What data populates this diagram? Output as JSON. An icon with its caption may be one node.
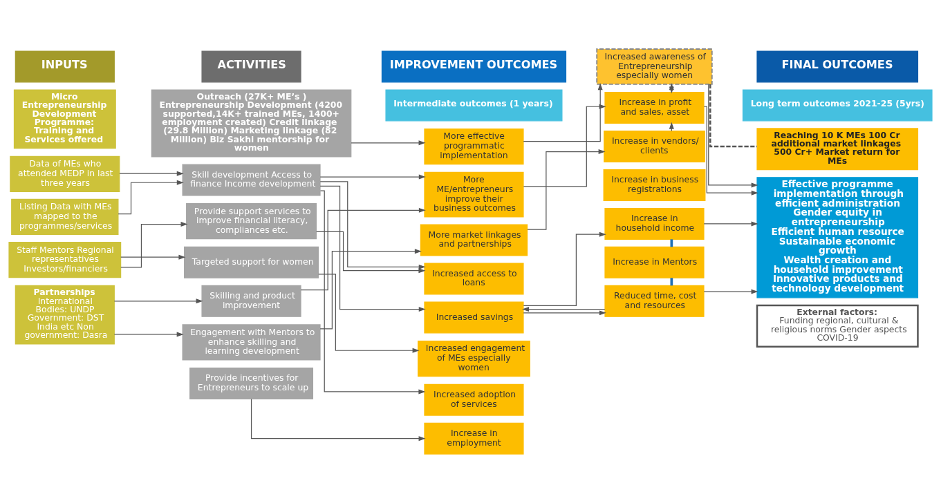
{
  "diagram": {
    "nodes": [
      {
        "text": [
          "INPUTS"
        ]
      },
      {
        "text": [
          "ACTIVITIES"
        ]
      },
      {
        "text": [
          "IMPROVEMENT OUTCOMES"
        ]
      },
      {
        "text": [
          "FINAL OUTCOMES"
        ]
      },
      {
        "text": [
          "Intermediate outcomes (1 years)"
        ]
      },
      {
        "text": [
          "Long term outcomes 2021-25 (5yrs)"
        ]
      },
      {
        "text": [
          "Micro Entrepreneurship Development Programme: Training and Services offered"
        ]
      },
      {
        "text": [
          "Data of MEs who attended MEDP in last three years"
        ]
      },
      {
        "text": [
          "Listing Data with MEs mapped to the programmes/services"
        ]
      },
      {
        "text": [
          "Staff Mentors Regional representatives Investors/financiers"
        ]
      },
      {
        "text": [
          "Partnerships",
          "International Bodies: UNDP Government: DST India etc Non government: Dasra"
        ]
      },
      {
        "text": [
          "Outreach (27K+ ME’s ) Entrepreneurship Development (4200 supported,14K+ trained MEs, 1400+ employment created) Credit linkage (29.8 Million) Marketing linkage (82 Million) Biz Sakhi mentorship for women"
        ]
      },
      {
        "text": [
          "Skill development Access to finance Income development"
        ]
      },
      {
        "text": [
          "Provide support services to improve financial literacy, compliances etc."
        ]
      },
      {
        "text": [
          "Targeted support for women"
        ]
      },
      {
        "text": [
          "Skilling and product improvement"
        ]
      },
      {
        "text": [
          "Engagement with Mentors to enhance skilling and learning development"
        ]
      },
      {
        "text": [
          "Provide incentives for Entrepreneurs to scale up"
        ]
      },
      {
        "text": [
          "More effective programmatic implementation"
        ]
      },
      {
        "text": [
          "More ME/entrepreneurs improve their business outcomes"
        ]
      },
      {
        "text": [
          "More market linkages and partnerships"
        ]
      },
      {
        "text": [
          "Increased access to loans"
        ]
      },
      {
        "text": [
          "Increased savings"
        ]
      },
      {
        "text": [
          "Increased engagement of MEs especially women"
        ]
      },
      {
        "text": [
          "Increased adoption of services"
        ]
      },
      {
        "text": [
          "Increase in employment"
        ]
      },
      {
        "text": [
          "Increased awareness of Entrepreneurship especially women"
        ]
      },
      {
        "text": [
          "Increase in profit and sales, asset"
        ]
      },
      {
        "text": [
          "Increase in vendors/ clients"
        ]
      },
      {
        "text": [
          "Increase in business registrations"
        ]
      },
      {
        "text": [
          "Increase in household income"
        ]
      },
      {
        "text": [
          "Increase in Mentors"
        ]
      },
      {
        "text": [
          "Reduced time, cost and resources"
        ]
      },
      {
        "text": [
          "Reaching 10 K MEs 100 Cr additional market linkages 500 Cr+ Market return for MEs"
        ]
      },
      {
        "text": [
          "Effective programme implementation through efficient administration",
          "Gender equity in entrepreneurship",
          "Efficient human resource",
          "Sustainable economic growth",
          "Wealth creation and household improvement",
          "Innovative products and technology development"
        ]
      },
      {
        "text": [
          "External factors:",
          "Funding regional, cultural & religious norms Gender aspects COVID-19"
        ]
      }
    ],
    "edges": [
      {
        "from": 7,
        "to": 12,
        "arrow": "to"
      },
      {
        "from": 8,
        "to": 12,
        "arrow": "to"
      },
      {
        "from": 9,
        "to": 13,
        "arrow": "to"
      },
      {
        "from": 9,
        "to": 14,
        "arrow": "to"
      },
      {
        "from": 10,
        "to": 15,
        "arrow": "to"
      },
      {
        "from": 10,
        "to": 16,
        "arrow": "to"
      },
      {
        "from": 11,
        "to": 18,
        "arrow": "to"
      },
      {
        "from": 12,
        "to": 19,
        "arrow": "to"
      },
      {
        "from": 15,
        "to": 19,
        "arrow": "to"
      },
      {
        "from": 16,
        "to": 20,
        "arrow": "to"
      },
      {
        "from": 12,
        "to": 21,
        "arrow": "to"
      },
      {
        "from": 13,
        "to": 21,
        "arrow": "to"
      },
      {
        "from": 12,
        "to": 22,
        "arrow": "to"
      },
      {
        "from": 14,
        "to": 23,
        "arrow": "to"
      },
      {
        "from": 12,
        "to": 24,
        "arrow": "to"
      },
      {
        "from": 17,
        "to": 25,
        "arrow": "to"
      },
      {
        "from": 18,
        "to": 26,
        "arrow": "to"
      },
      {
        "from": 19,
        "to": 27,
        "arrow": "to"
      },
      {
        "from": 20,
        "to": 28,
        "arrow": "to"
      },
      {
        "from": 26,
        "to": 27,
        "arrow": "both"
      },
      {
        "from": 28,
        "to": 27,
        "arrow": "to"
      },
      {
        "from": 22,
        "to": 30,
        "arrow": "to"
      },
      {
        "from": 32,
        "to": 22,
        "arrow": "to"
      },
      {
        "from": 22,
        "to": 32,
        "arrow": "to"
      },
      {
        "from": 30,
        "to": 31,
        "arrow": "none",
        "style": "thick",
        "color": "#1f6fb5"
      },
      {
        "from": 31,
        "to": 32,
        "arrow": "none",
        "style": "thick",
        "color": "#1f6fb5"
      },
      {
        "from": 26,
        "to": 33,
        "arrow": "none",
        "style": "dashed"
      },
      {
        "from": 26,
        "to": 34,
        "arrow": "to"
      },
      {
        "from": 27,
        "to": 34,
        "arrow": "to"
      },
      {
        "from": 30,
        "to": 34,
        "arrow": "to"
      },
      {
        "from": 32,
        "to": 34,
        "arrow": "to"
      }
    ]
  }
}
